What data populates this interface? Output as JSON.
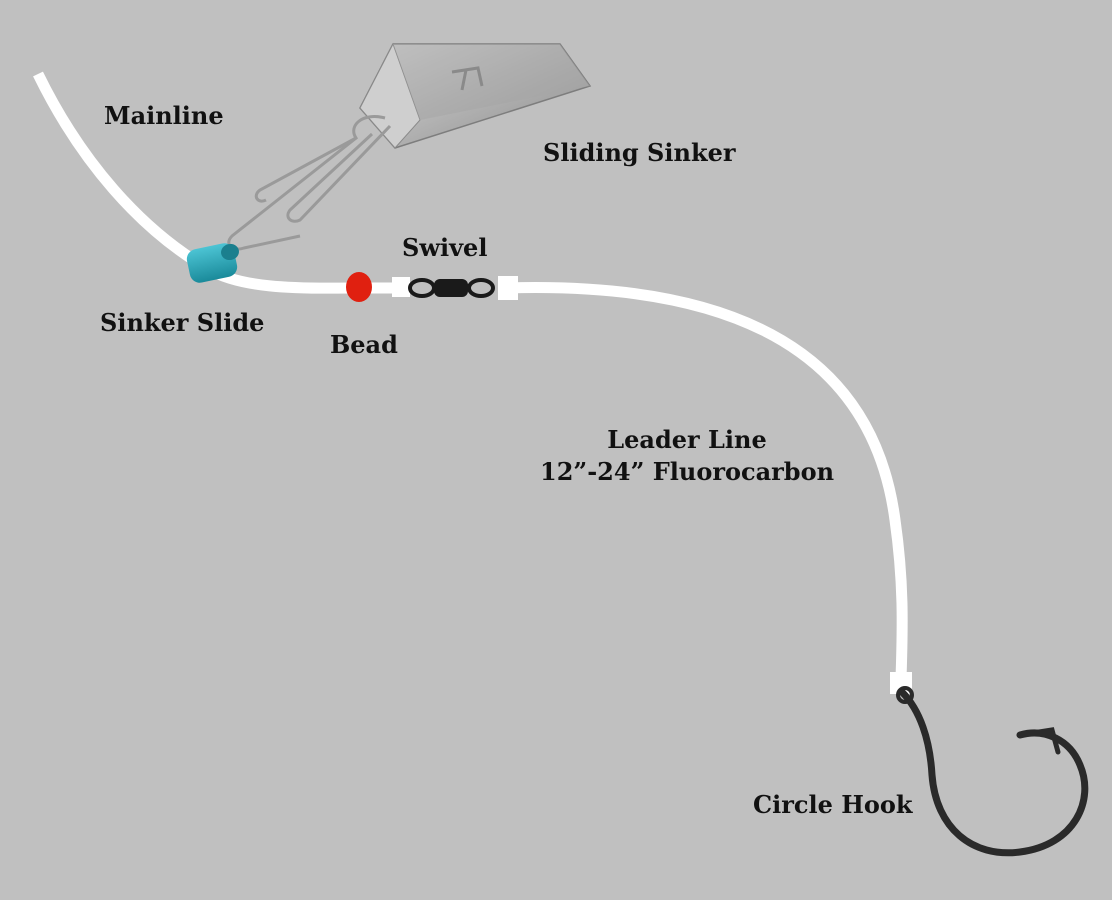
{
  "labels": {
    "mainline": "Mainline",
    "sliding_sinker": "Sliding Sinker",
    "swivel": "Swivel",
    "sinker_slide": "Sinker Slide",
    "bead": "Bead",
    "leader_line": "Leader Line",
    "leader_spec": "12”-24” Fluorocarbon",
    "circle_hook": "Circle Hook"
  },
  "colors": {
    "background": "#c0c0c0",
    "line": "#ffffff",
    "bead": "#e02010",
    "sinker_slide": "#2aa6b8",
    "sinker": "#b8b8b8",
    "swivel": "#1a1a1a",
    "hook": "#2a2a2a"
  }
}
